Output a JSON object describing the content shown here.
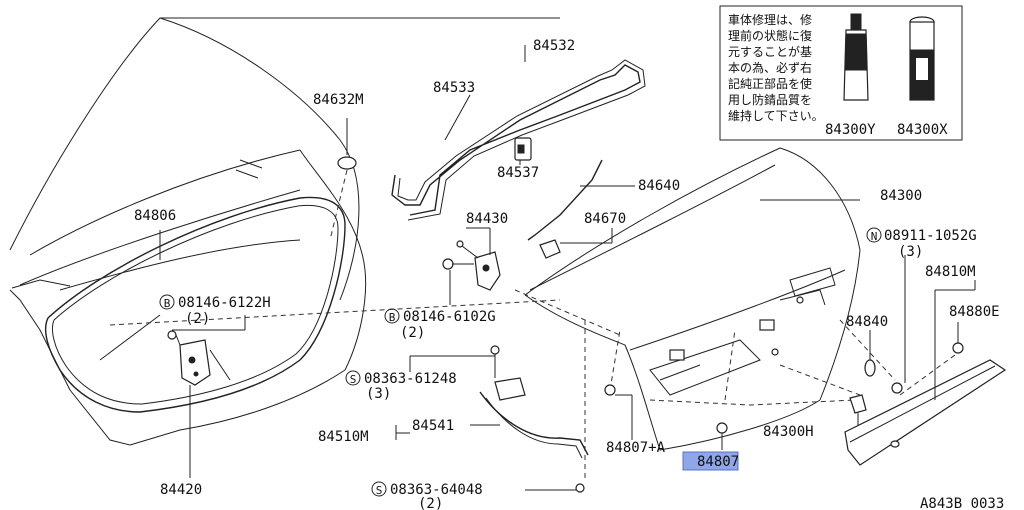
{
  "labels": {
    "p84532": "84532",
    "p84533": "84533",
    "p84632M": "84632M",
    "p84537": "84537",
    "p84640": "84640",
    "p84430": "84430",
    "p84670": "84670",
    "p84806": "84806",
    "p84300": "84300",
    "n_code": "08911-1052G",
    "n_qty": "(3)",
    "p84810M": "84810M",
    "p84880E": "84880E",
    "b1_code": "08146-6122H",
    "b1_qty": "(2)",
    "b2_code": "08146-6102G",
    "b2_qty": "(2)",
    "p84840": "84840",
    "s1_code": "08363-61248",
    "s1_qty": "(3)",
    "p84541": "84541",
    "p84510M": "84510M",
    "p84807A": "84807+A",
    "p84807": "84807",
    "p84300H": "84300H",
    "p84420": "84420",
    "s2_code": "08363-64048",
    "s2_qty": "(2)",
    "p84300Y": "84300Y",
    "p84300X": "84300X",
    "diagram_id": "A843B 0033",
    "mark_B": "B",
    "mark_S": "S",
    "mark_N": "N"
  },
  "note_lines": [
    "車体修理は、修",
    "理前の状態に復",
    "元することが基",
    "本の為、必ず右",
    "記純正部品を使",
    "用し防錆品質を",
    "維持して下さい。"
  ],
  "highlight_color": "#8fa6e8"
}
